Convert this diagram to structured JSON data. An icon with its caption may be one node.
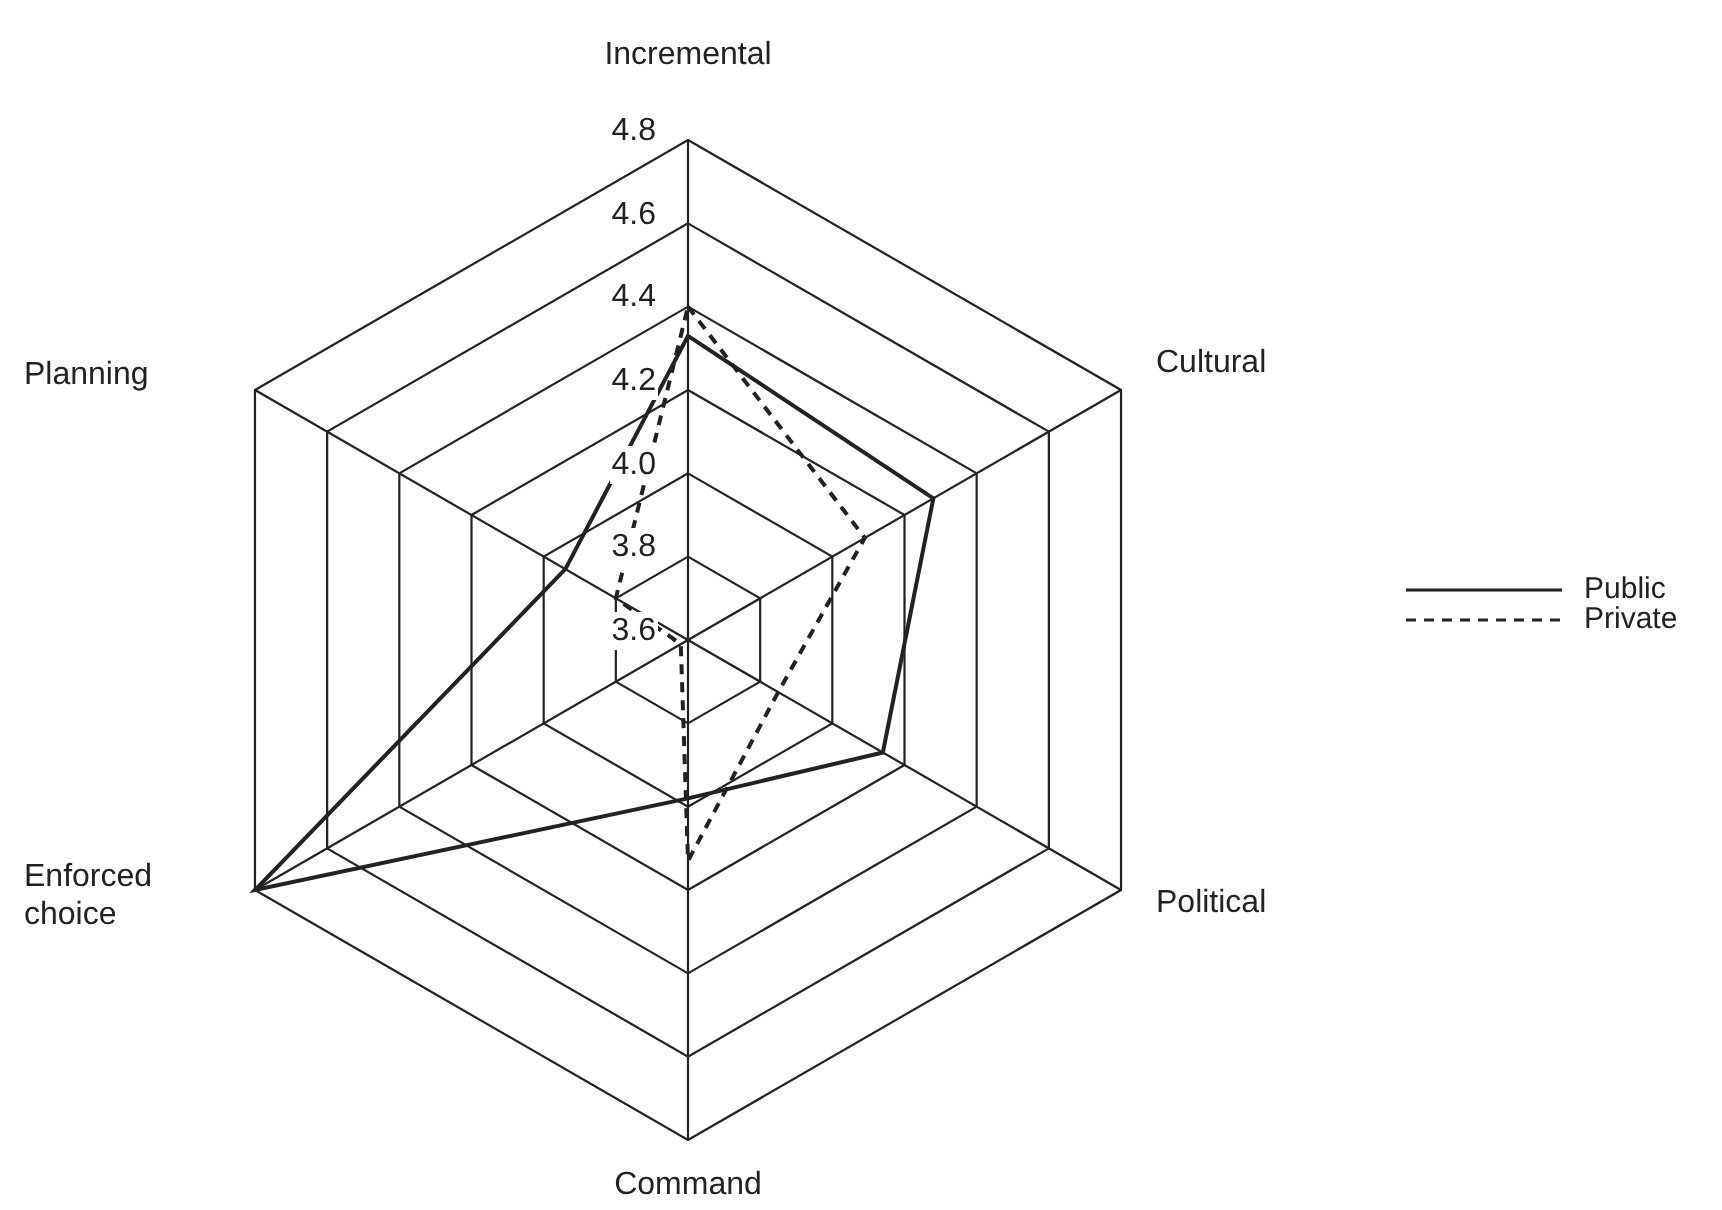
{
  "diagram": {
    "labels": [
      "Incremental",
      "4.8",
      "4.6",
      "4.4",
      "Planning",
      "Cultural",
      "4.2",
      "4.0",
      "3.8",
      "3.6",
      "Enforced choice",
      "Political",
      "Command"
    ],
    "legend": [
      {
        "text": "Public"
      },
      {
        "text": "Private"
      }
    ]
  }
}
